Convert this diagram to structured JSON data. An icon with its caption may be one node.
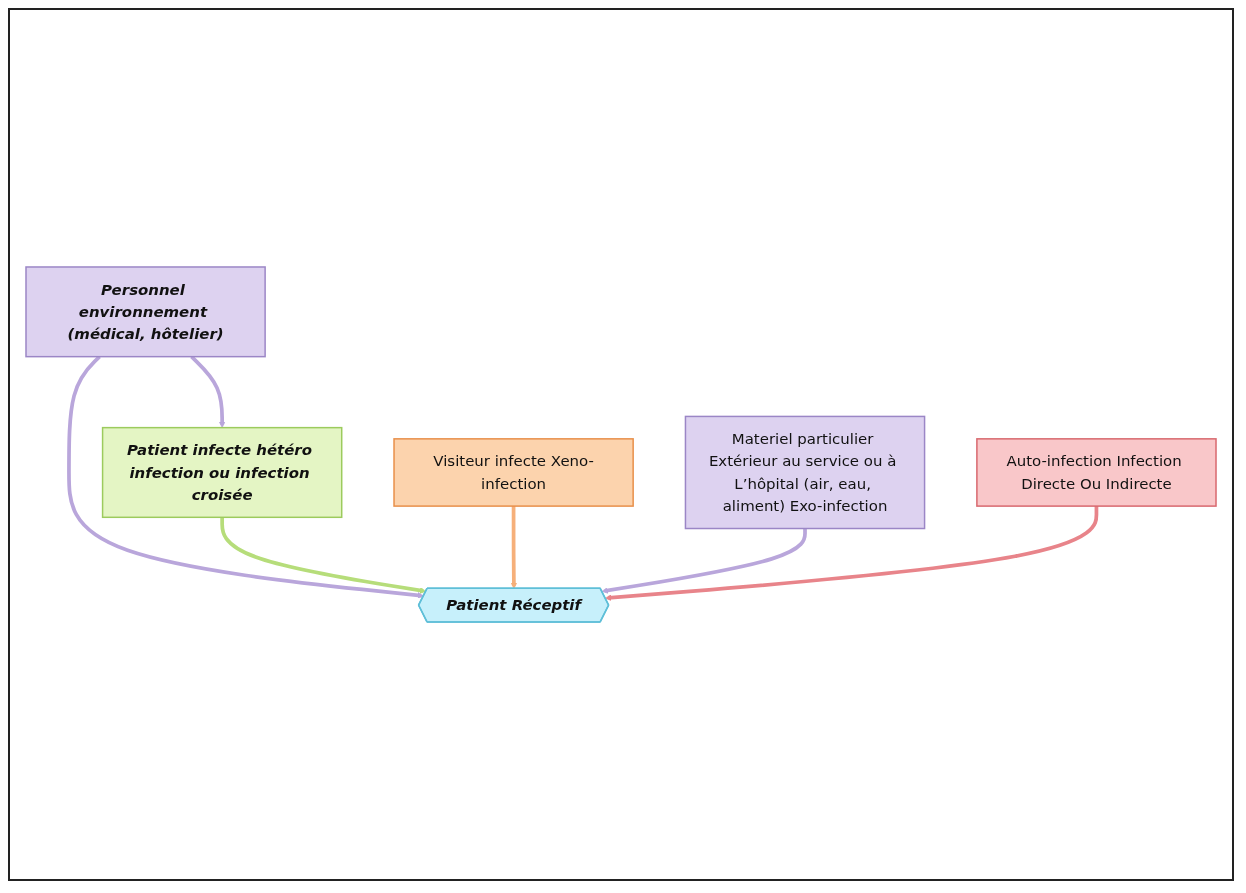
{
  "diagram": {
    "nodes": [
      {
        "text": [
          "Personnel environnement (médical, hôtelier)"
        ]
      },
      {
        "text": [
          "Patient infecte hétéro infection ou infection croisée"
        ]
      },
      {
        "text": [
          "Patient Réceptif"
        ]
      },
      {
        "text": [
          "Visiteur infecte Xeno-infection"
        ]
      },
      {
        "text": [
          "Materiel particulier Extérieur au service ou à L’hôpital (air, eau, aliment) Exo-infection"
        ]
      },
      {
        "text": [
          "Auto-infection Infection Directe Ou Indirecte"
        ]
      }
    ],
    "edges": [
      {
        "from": 0,
        "to": 1,
        "arrow": "to"
      },
      {
        "from": 0,
        "to": 2,
        "arrow": "to"
      },
      {
        "from": 1,
        "to": 2,
        "arrow": "to",
        "color": "#b6dd7a"
      },
      {
        "from": 3,
        "to": 2,
        "arrow": "to",
        "color": "#f6b07a"
      },
      {
        "from": 4,
        "to": 2,
        "arrow": "to"
      },
      {
        "from": 5,
        "to": 2,
        "arrow": "to",
        "color": "#e8848a"
      }
    ]
  }
}
